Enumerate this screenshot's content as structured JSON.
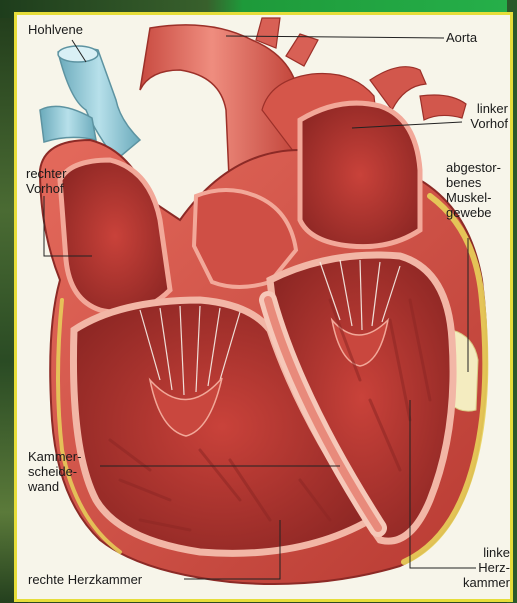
{
  "labels": {
    "hohlvene": "Hohlvene",
    "aorta": "Aorta",
    "linker_vorhof": [
      "linker",
      "Vorhof"
    ],
    "rechter_vorhof": [
      "rechter",
      "Vorhof"
    ],
    "abgestorbenes_gewebe": [
      "abgestor-",
      "benes",
      "Muskel-",
      "gewebe"
    ],
    "kammerscheidewand": [
      "Kammer-",
      "scheide-",
      "wand"
    ],
    "rechte_herzkammer": "rechte Herzkammer",
    "linke_herzkammer": [
      "linke",
      "Herz-",
      "kammer"
    ]
  },
  "colors": {
    "frame": "#e6dd3a",
    "panel": "#f7f5ea",
    "muscle": "#d8574c",
    "muscle_dark": "#a8322e",
    "muscle_light": "#f0a493",
    "fat": "#e8d25a",
    "vein": "#8fc7d4",
    "leader": "#222222"
  }
}
